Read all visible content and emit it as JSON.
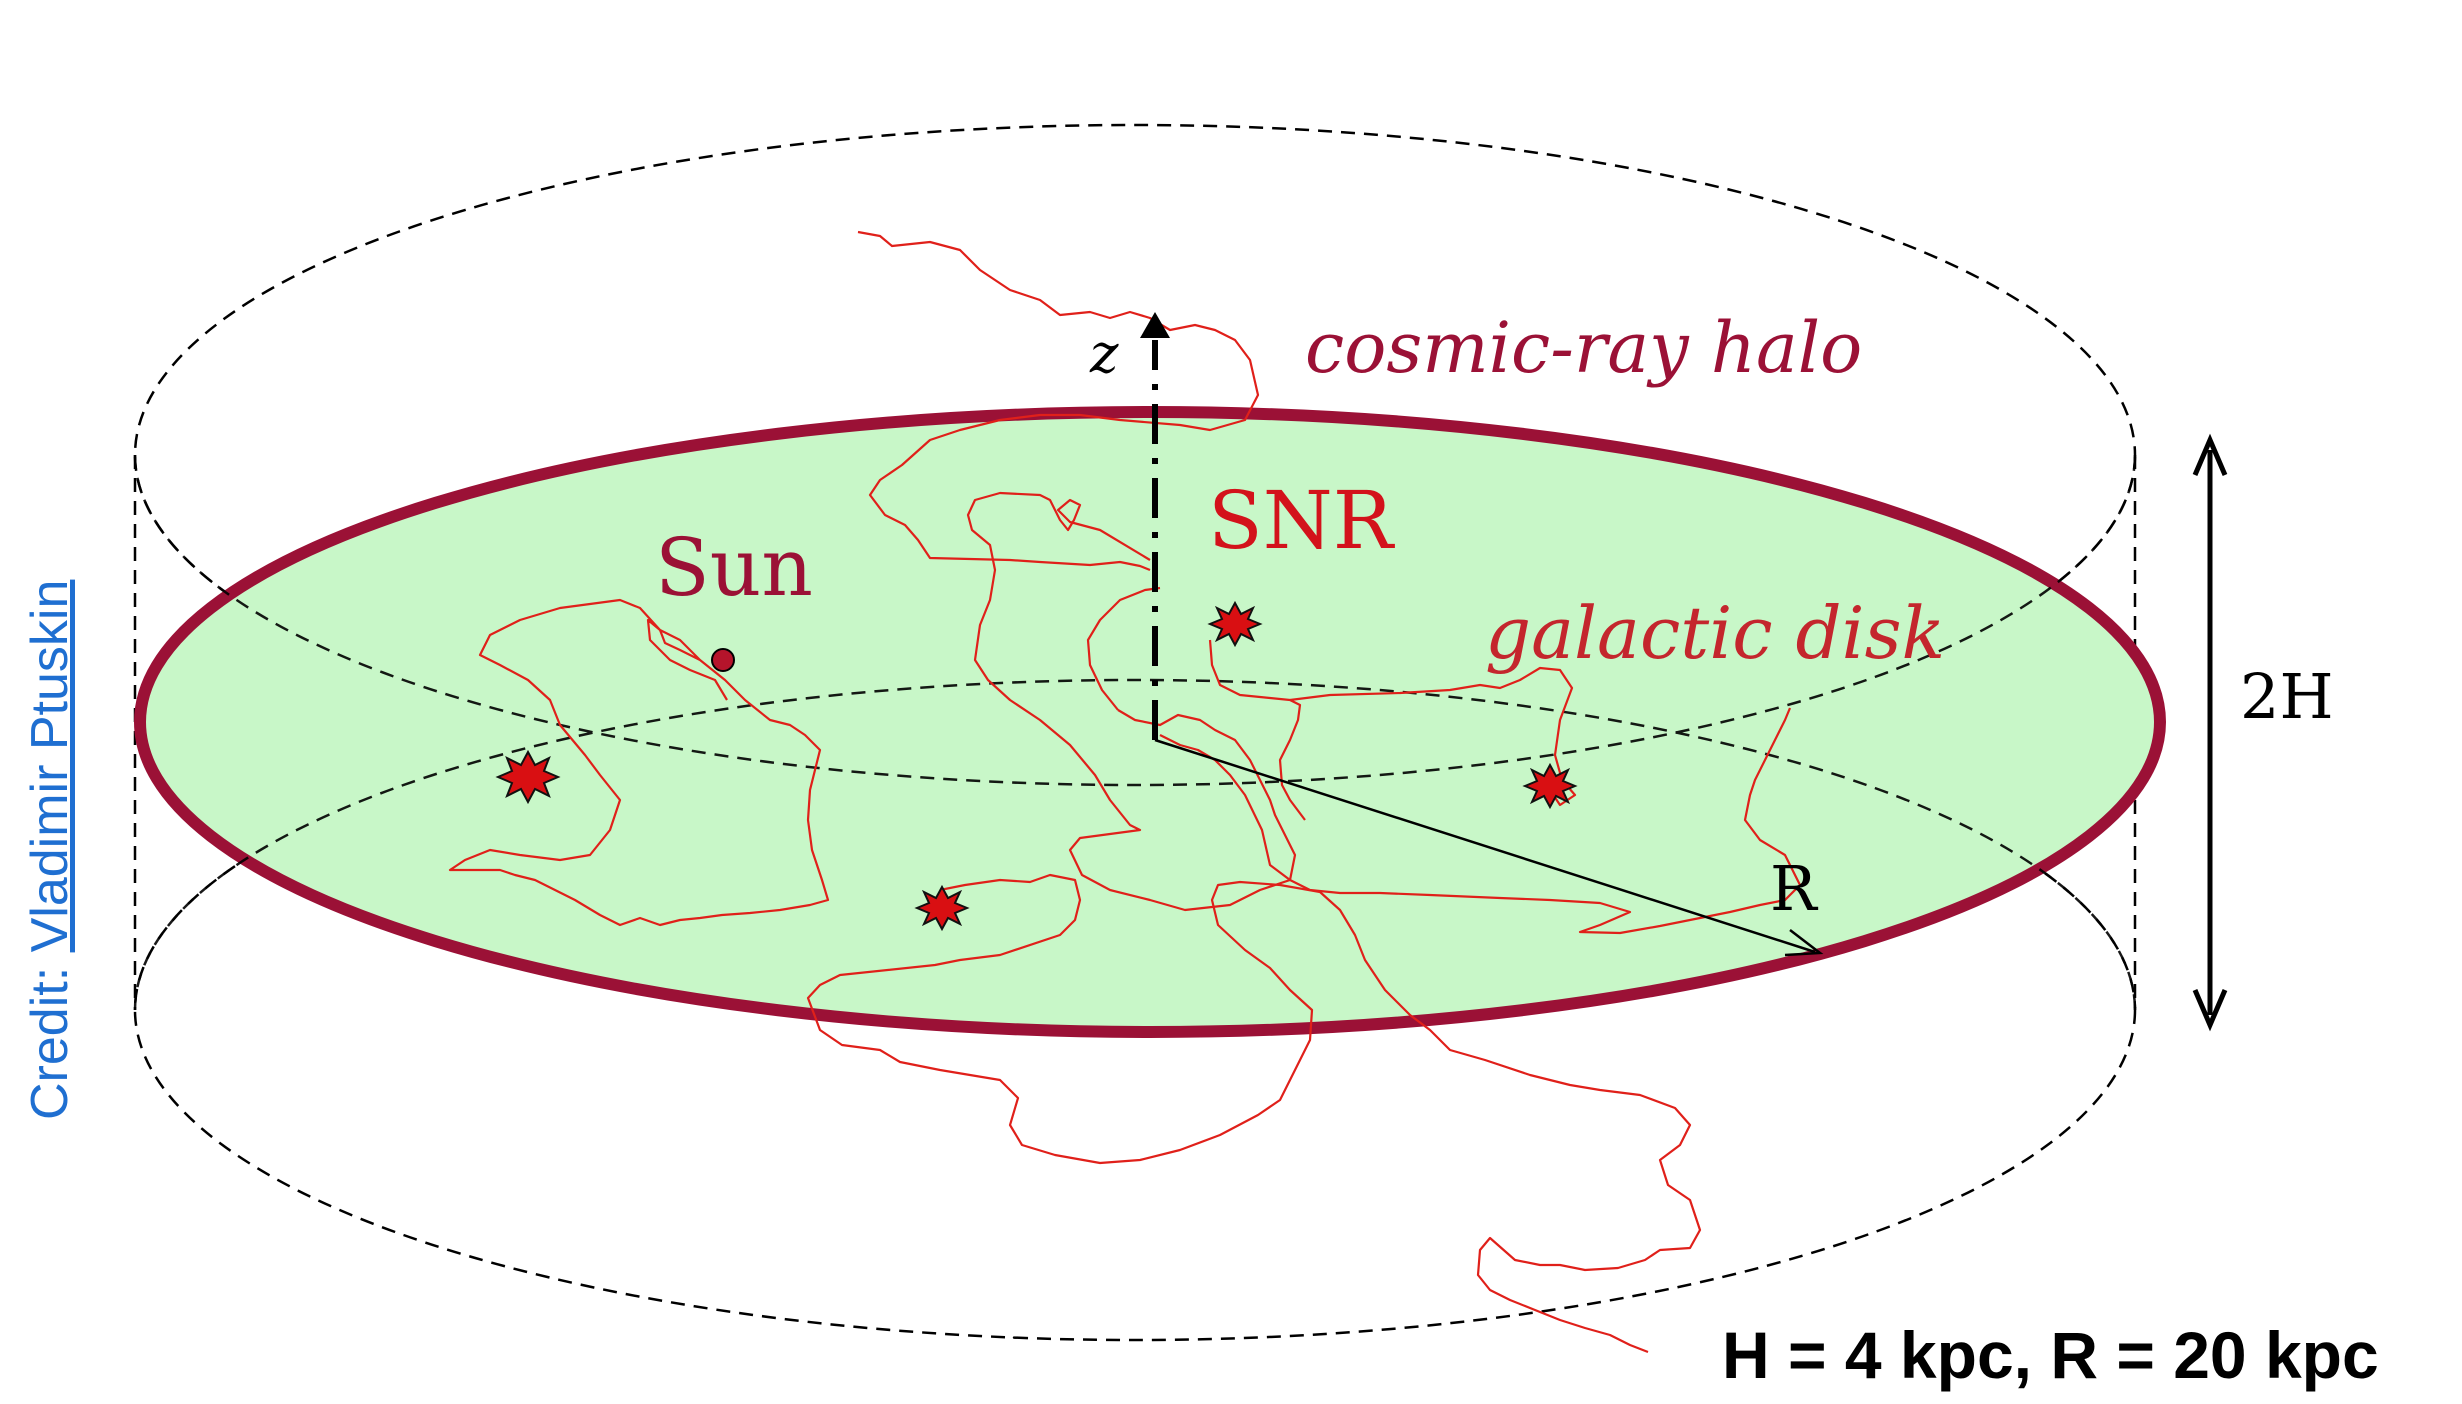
{
  "credit": {
    "prefix": "Credit: ",
    "author": "Vladimir Ptuskin"
  },
  "labels": {
    "z_axis": "z",
    "halo": "cosmic-ray halo",
    "snr": "SNR",
    "sun": "Sun",
    "disk": "galactic disk",
    "height": "2H",
    "radius": "R",
    "parameters": "H = 4 kpc, R = 20 kpc"
  },
  "colors": {
    "disk_fill": "#c8f7c8",
    "disk_rim": "#9b1136",
    "paths": "#e0201a",
    "halo_text": "#9b1136",
    "snr_text": "#d3121b",
    "credit_text": "#1f6fd1"
  }
}
